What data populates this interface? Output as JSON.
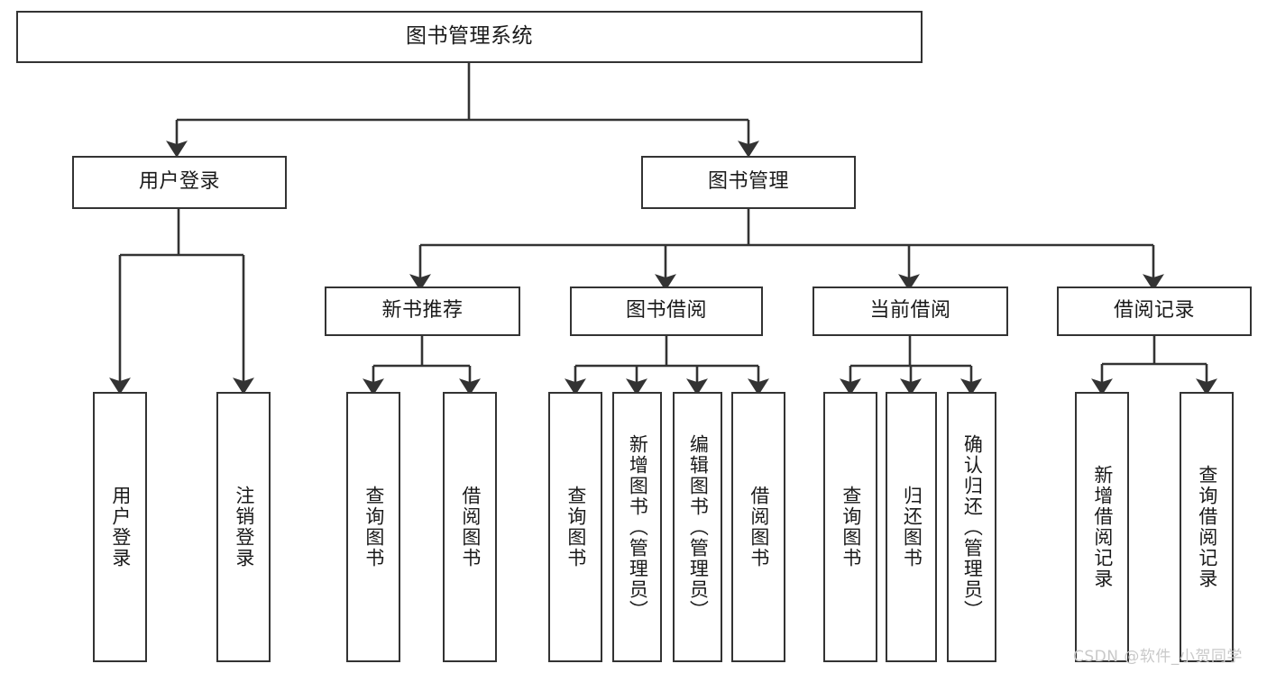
{
  "diagram": {
    "title": "图书管理系统",
    "type": "tree-hierarchy",
    "root": {
      "id": "root",
      "label": "图书管理系统"
    },
    "level2": [
      {
        "id": "user-login",
        "label": "用户登录"
      },
      {
        "id": "book-manage",
        "label": "图书管理"
      }
    ],
    "level3": [
      {
        "id": "new-book-rec",
        "label": "新书推荐",
        "parent": "book-manage"
      },
      {
        "id": "book-borrow",
        "label": "图书借阅",
        "parent": "book-manage"
      },
      {
        "id": "current-borrow",
        "label": "当前借阅",
        "parent": "book-manage"
      },
      {
        "id": "borrow-record",
        "label": "借阅记录",
        "parent": "book-manage"
      }
    ],
    "leaves": {
      "user_login": [
        {
          "id": "leaf-user-login",
          "label": "用户登录"
        },
        {
          "id": "leaf-user-logout",
          "label": "注销登录"
        }
      ],
      "new_book_rec": [
        {
          "id": "leaf-query-book-1",
          "label": "查询图书"
        },
        {
          "id": "leaf-borrow-book-1",
          "label": "借阅图书"
        }
      ],
      "book_borrow": [
        {
          "id": "leaf-query-book-2",
          "label": "查询图书"
        },
        {
          "id": "leaf-add-book",
          "label": "新增图书（管理员）"
        },
        {
          "id": "leaf-edit-book",
          "label": "编辑图书（管理员）"
        },
        {
          "id": "leaf-borrow-book-2",
          "label": "借阅图书"
        }
      ],
      "current_borrow": [
        {
          "id": "leaf-query-book-3",
          "label": "查询图书"
        },
        {
          "id": "leaf-return-book",
          "label": "归还图书"
        },
        {
          "id": "leaf-confirm-return",
          "label": "确认归还（管理员）"
        }
      ],
      "borrow_record": [
        {
          "id": "leaf-add-record",
          "label": "新增借阅记录"
        },
        {
          "id": "leaf-query-record",
          "label": "查询借阅记录"
        }
      ]
    },
    "style": {
      "stroke_color": "#333333",
      "box_fill": "#ffffff",
      "text_color": "#1a1a1a",
      "background": "#ffffff",
      "watermark_color": "#c9c9c9"
    }
  },
  "watermark": {
    "text": "CSDN @软件_小贺同学"
  }
}
